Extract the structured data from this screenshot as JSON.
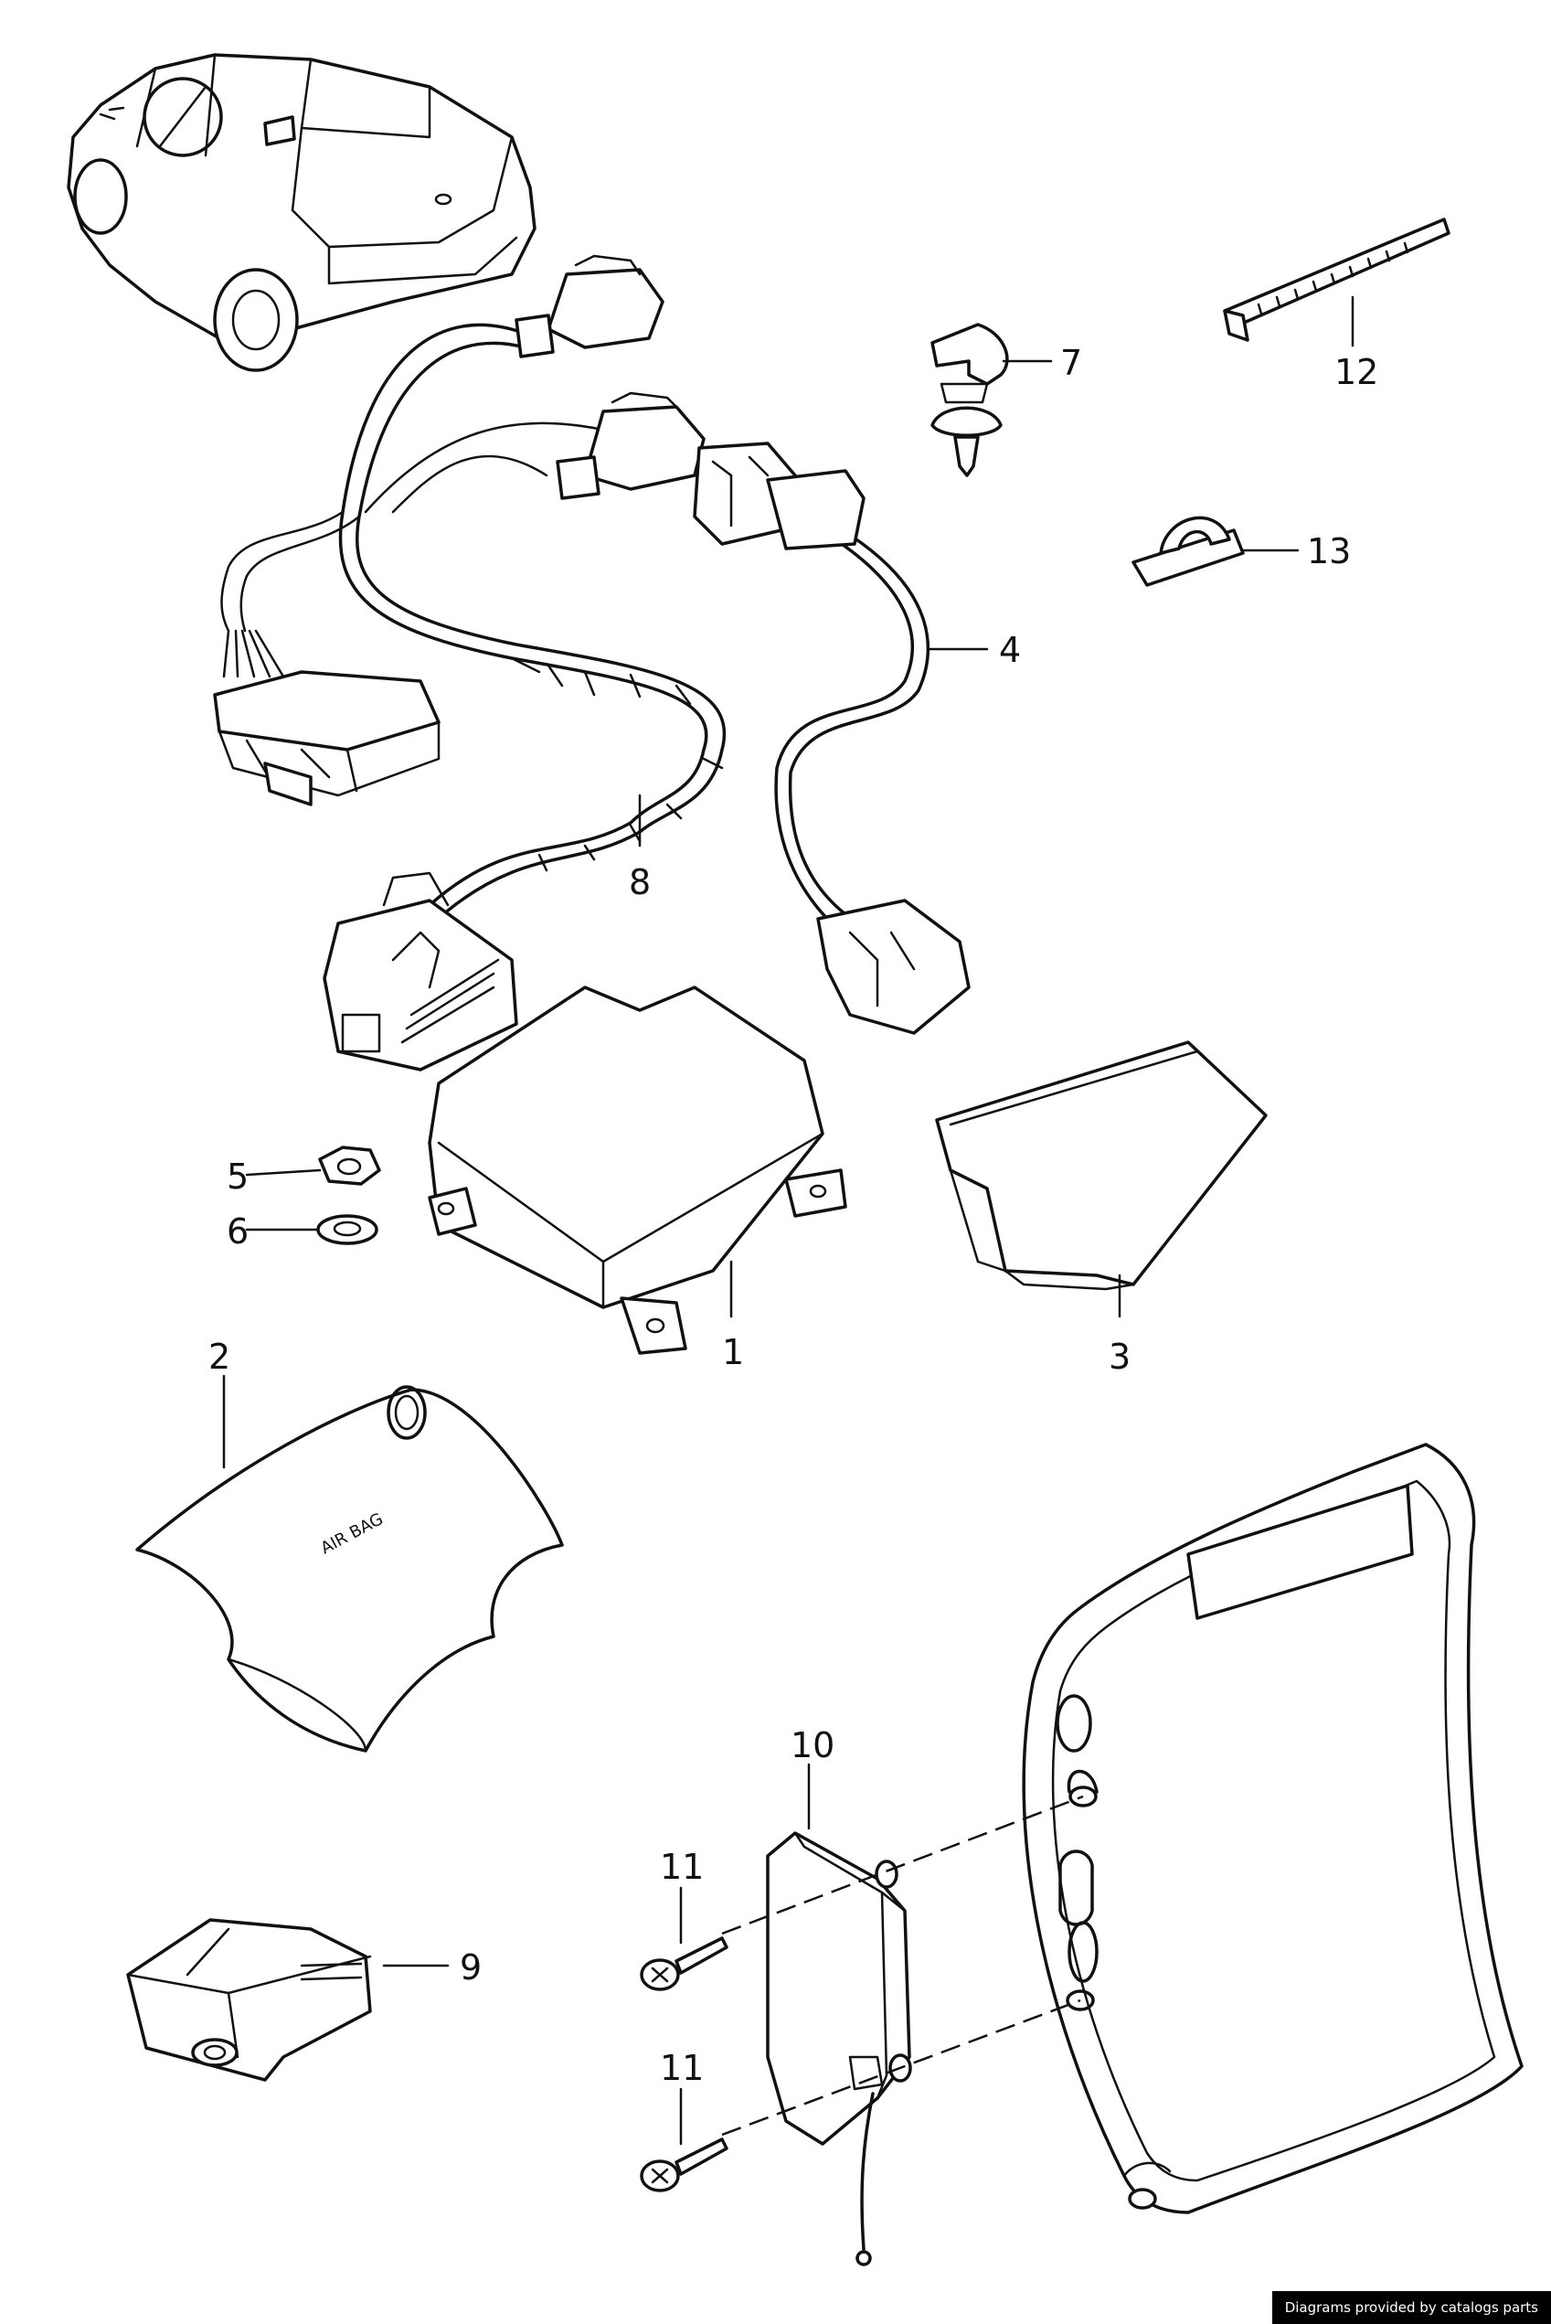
{
  "diagram": {
    "callouts": [
      {
        "id": "1",
        "label": "1"
      },
      {
        "id": "2",
        "label": "2"
      },
      {
        "id": "3",
        "label": "3"
      },
      {
        "id": "4",
        "label": "4"
      },
      {
        "id": "5",
        "label": "5"
      },
      {
        "id": "6",
        "label": "6"
      },
      {
        "id": "7",
        "label": "7"
      },
      {
        "id": "8",
        "label": "8"
      },
      {
        "id": "9",
        "label": "9"
      },
      {
        "id": "10",
        "label": "10"
      },
      {
        "id": "11a",
        "label": "11"
      },
      {
        "id": "11b",
        "label": "11"
      },
      {
        "id": "12",
        "label": "12"
      },
      {
        "id": "13",
        "label": "13"
      }
    ],
    "airbag_cover_text": "AIR BAG"
  },
  "footer": {
    "credit": "Diagrams provided by catalogs parts"
  }
}
